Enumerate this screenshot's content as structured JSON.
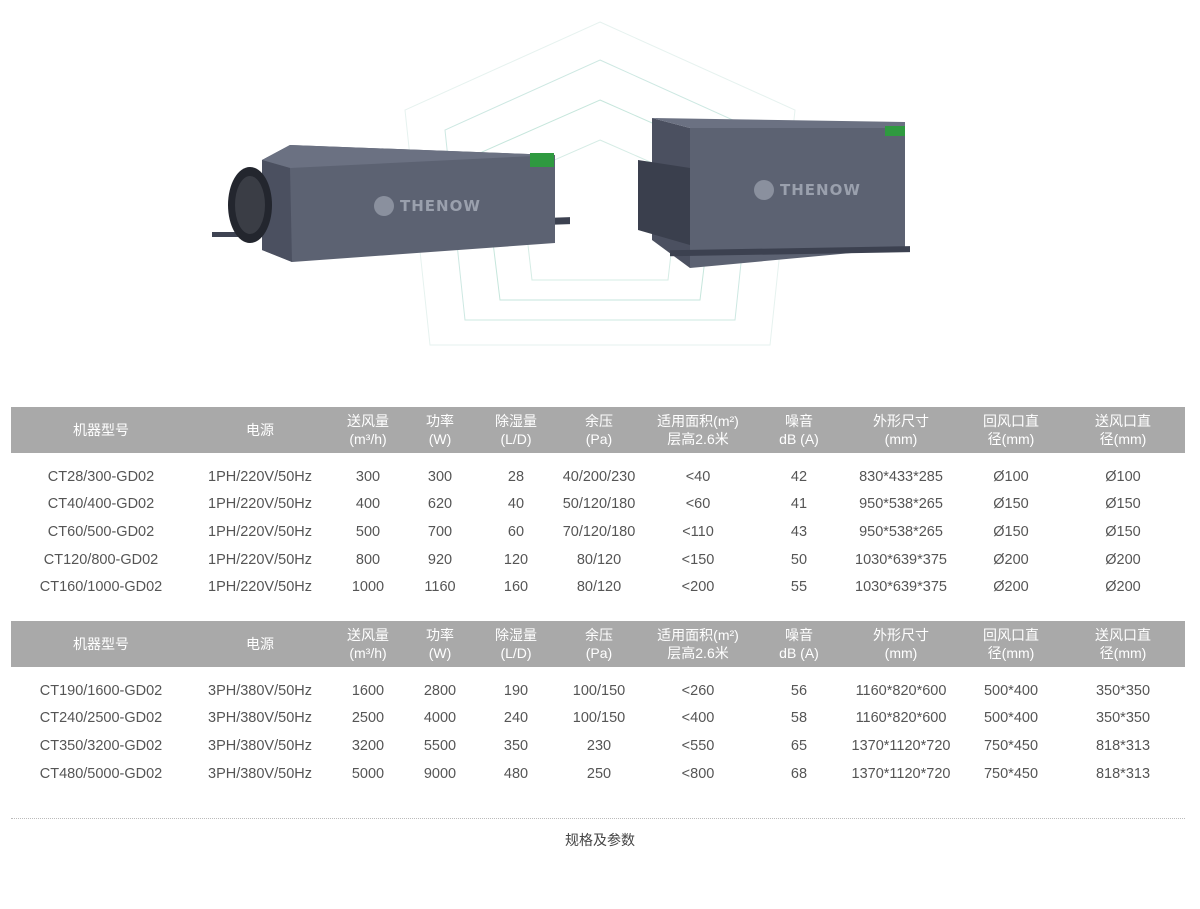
{
  "brand": {
    "logo_text": "THENOW"
  },
  "colors": {
    "header_bg": "#a9a9a9",
    "header_text": "#ffffff",
    "body_text": "#555555",
    "unit_body": "#5a6170",
    "accent_green": "#3fae49"
  },
  "table1": {
    "headers": [
      [
        "机器型号"
      ],
      [
        "电源"
      ],
      [
        "送风量",
        "(m³/h)"
      ],
      [
        "功率",
        "(W)"
      ],
      [
        "除湿量",
        "(L/D)"
      ],
      [
        "余压",
        "(Pa)"
      ],
      [
        "适用面积(m²)",
        "层高2.6米"
      ],
      [
        "噪音",
        "dB (A)"
      ],
      [
        "外形尺寸",
        "(mm)"
      ],
      [
        "回风口直",
        "径(mm)"
      ],
      [
        "送风口直",
        "径(mm)"
      ]
    ],
    "rows": [
      [
        "CT28/300-GD02",
        "1PH/220V/50Hz",
        "300",
        "300",
        "28",
        "40/200/230",
        "<40",
        "42",
        "830*433*285",
        "Ø100",
        "Ø100"
      ],
      [
        "CT40/400-GD02",
        "1PH/220V/50Hz",
        "400",
        "620",
        "40",
        "50/120/180",
        "<60",
        "41",
        "950*538*265",
        "Ø150",
        "Ø150"
      ],
      [
        "CT60/500-GD02",
        "1PH/220V/50Hz",
        "500",
        "700",
        "60",
        "70/120/180",
        "<110",
        "43",
        "950*538*265",
        "Ø150",
        "Ø150"
      ],
      [
        "CT120/800-GD02",
        "1PH/220V/50Hz",
        "800",
        "920",
        "120",
        "80/120",
        "<150",
        "50",
        "1030*639*375",
        "Ø200",
        "Ø200"
      ],
      [
        "CT160/1000-GD02",
        "1PH/220V/50Hz",
        "1000",
        "1160",
        "160",
        "80/120",
        "<200",
        "55",
        "1030*639*375",
        "Ø200",
        "Ø200"
      ]
    ]
  },
  "table2": {
    "headers": [
      [
        "机器型号"
      ],
      [
        "电源"
      ],
      [
        "送风量",
        "(m³/h)"
      ],
      [
        "功率",
        "(W)"
      ],
      [
        "除湿量",
        "(L/D)"
      ],
      [
        "余压",
        "(Pa)"
      ],
      [
        "适用面积(m²)",
        "层高2.6米"
      ],
      [
        "噪音",
        "dB (A)"
      ],
      [
        "外形尺寸",
        "(mm)"
      ],
      [
        "回风口直",
        "径(mm)"
      ],
      [
        "送风口直",
        "径(mm)"
      ]
    ],
    "rows": [
      [
        "CT190/1600-GD02",
        "3PH/380V/50Hz",
        "1600",
        "2800",
        "190",
        "100/150",
        "<260",
        "56",
        "1160*820*600",
        "500*400",
        "350*350"
      ],
      [
        "CT240/2500-GD02",
        "3PH/380V/50Hz",
        "2500",
        "4000",
        "240",
        "100/150",
        "<400",
        "58",
        "1160*820*600",
        "500*400",
        "350*350"
      ],
      [
        "CT350/3200-GD02",
        "3PH/380V/50Hz",
        "3200",
        "5500",
        "350",
        "230",
        "<550",
        "65",
        "1370*1120*720",
        "750*450",
        "818*313"
      ],
      [
        "CT480/5000-GD02",
        "3PH/380V/50Hz",
        "5000",
        "9000",
        "480",
        "250",
        "<800",
        "68",
        "1370*1120*720",
        "750*450",
        "818*313"
      ]
    ]
  },
  "footer": {
    "caption": "规格及参数"
  }
}
